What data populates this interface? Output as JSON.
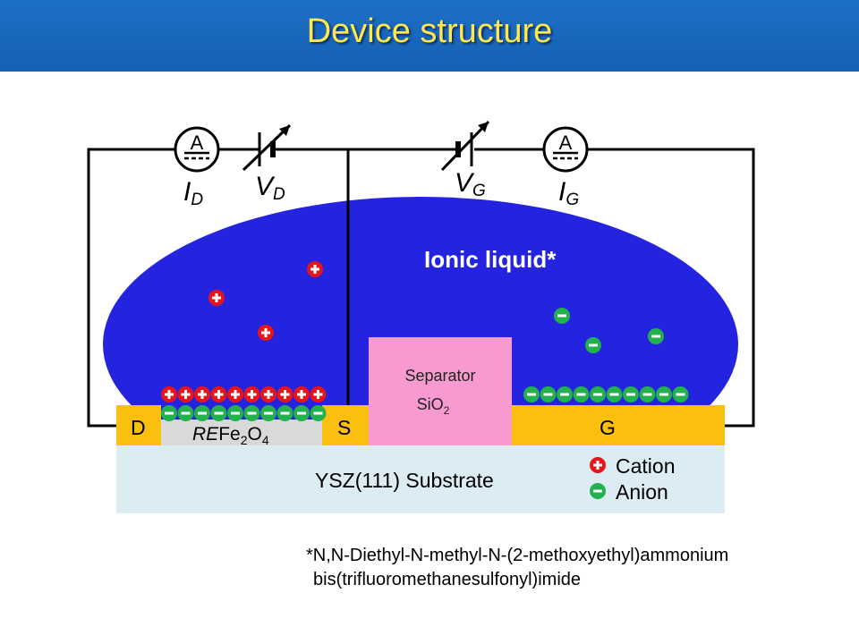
{
  "header": {
    "title": "Device structure"
  },
  "diagram": {
    "ammeter_symbol": "A",
    "vd": {
      "main": "V",
      "sub": "D"
    },
    "vg": {
      "main": "V",
      "sub": "G"
    },
    "id": {
      "main": "I",
      "sub": "D"
    },
    "ig": {
      "main": "I",
      "sub": "G"
    },
    "liquid_label": "Ionic liquid*",
    "separator": {
      "line1": "Separator",
      "line2_main": "SiO",
      "line2_sub": "2"
    },
    "drain": "D",
    "source": "S",
    "gate": "G",
    "channel": {
      "italic": "RE",
      "p1": "Fe",
      "s1": "2",
      "p2": "O",
      "s2": "4"
    },
    "substrate": "YSZ(111) Substrate",
    "legend": {
      "cation": "Cation",
      "anion": "Anion"
    },
    "cation_symbol": "+",
    "anion_symbol": "–"
  },
  "footnote": {
    "line1": "*N,N-Diethyl-N-methyl-N-(2-methoxyethyl)ammonium",
    "line2": "bis(trifluoromethanesulfonyl)imide"
  },
  "colors": {
    "header": "#1565c0",
    "title": "#ffe94a",
    "ionic_liquid": "#2424e0",
    "electrode": "#fbbf0f",
    "separator": "#f79ad0",
    "substrate": "#dbecf2",
    "channel": "#d9d9d9",
    "cation": "#e8141b",
    "anion": "#22b14c"
  }
}
